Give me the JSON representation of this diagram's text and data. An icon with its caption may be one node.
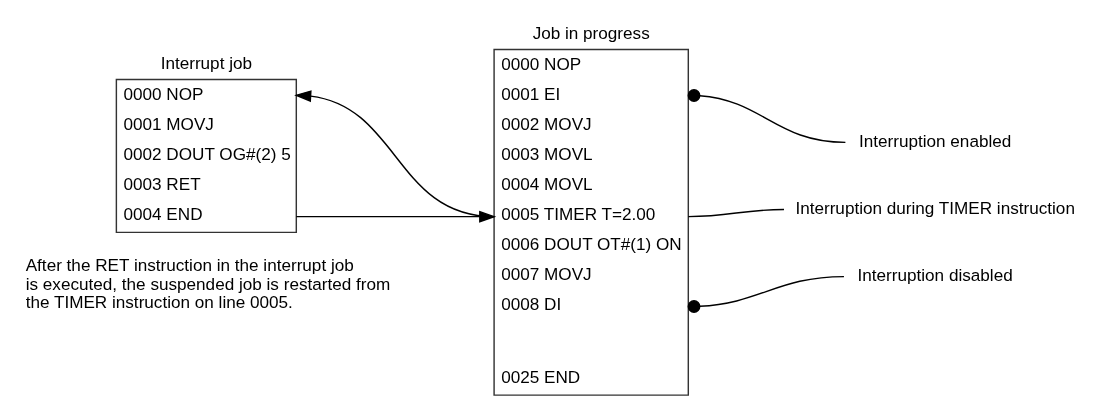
{
  "diagram": {
    "nodes": [
      {
        "text": [
          "Interrupt job",
          "0000 NOP",
          "0001 MOVJ",
          "0002 DOUT OG#(2) 5",
          "0003 RET",
          "0004 END"
        ]
      },
      {
        "text": [
          "Job in progress",
          "0000 NOP",
          "0001 EI",
          "0002 MOVJ",
          "0003 MOVL",
          "0004 MOVL",
          "0005 TIMER T=2.00",
          "0006 DOUT OT#(1) ON",
          "0007 MOVJ",
          "0008 DI",
          "0025 END"
        ]
      },
      {
        "text": [
          "Interruption enabled"
        ]
      },
      {
        "text": [
          "Interruption during TIMER instruction"
        ]
      },
      {
        "text": [
          "Interruption disabled"
        ]
      }
    ],
    "edges": [
      {
        "from": 1,
        "to": 0,
        "arrow": "to"
      },
      {
        "from": 0,
        "to": 1,
        "arrow": "to"
      },
      {
        "from": 2,
        "to": 1,
        "arrow": "other"
      },
      {
        "from": 3,
        "to": 1,
        "arrow": "none"
      },
      {
        "from": 4,
        "to": 1,
        "arrow": "other"
      }
    ],
    "labels": [
      "After the RET instruction in the interrupt job is executed, the suspended job is restarted from the TIMER instruction on line 0005."
    ]
  }
}
